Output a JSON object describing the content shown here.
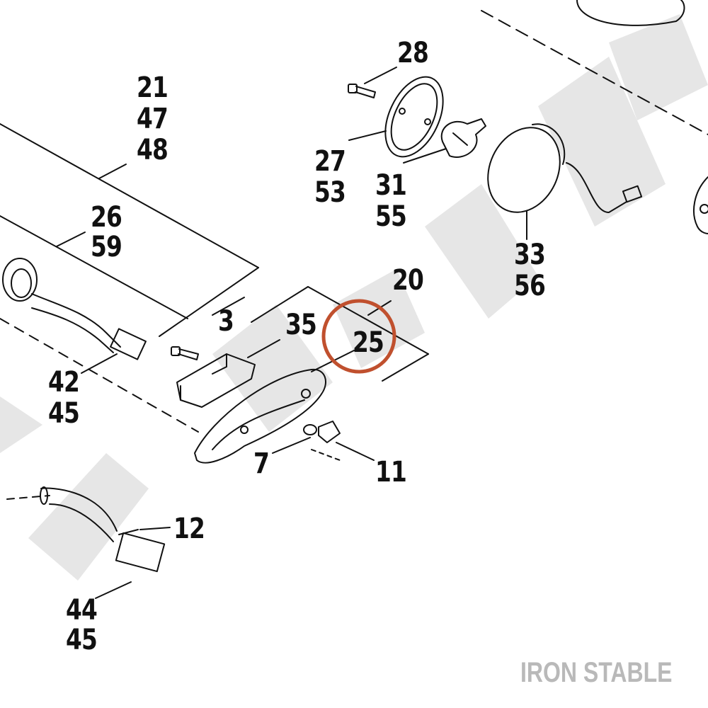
{
  "diagram": {
    "highlight_color": "#c0502e",
    "line_color": "#111111",
    "watermark_color": "#e6e6e6"
  },
  "callouts": {
    "c21": "21",
    "c47": "47",
    "c48": "48",
    "c26": "26",
    "c59": "59",
    "c28": "28",
    "c27": "27",
    "c53": "53",
    "c31": "31",
    "c55": "55",
    "c33": "33",
    "c56": "56",
    "c20": "20",
    "c3": "3",
    "c35": "35",
    "c25": "25",
    "c42": "42",
    "c45a": "45",
    "c7": "7",
    "c11": "11",
    "c12": "12",
    "c44": "44",
    "c45b": "45"
  },
  "watermark": {
    "brand": "IRON STABLE"
  }
}
